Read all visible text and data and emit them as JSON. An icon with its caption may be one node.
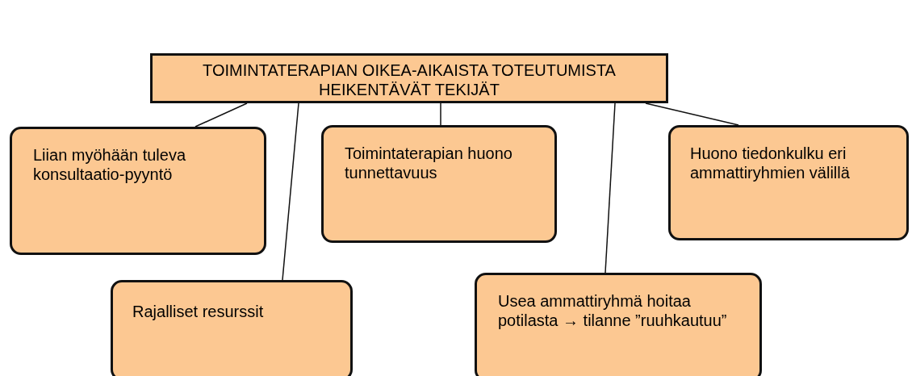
{
  "diagram": {
    "nodes": [
      {
        "text": [
          "TOIMINTATERAPIAN OIKEA-AIKAISTA TOTEUTUMISTA HEIKENTÄVÄT TEKIJÄT"
        ]
      },
      {
        "text": [
          "Liian myöhään tuleva konsultaatio-pyyntö"
        ]
      },
      {
        "text": [
          "Rajalliset resurssit"
        ]
      },
      {
        "text": [
          "Toimintaterapian huono tunnettavuus"
        ]
      },
      {
        "text": [
          "Usea ammattiryhmä hoitaa potilasta → tilanne ”ruuhkautuu”"
        ]
      },
      {
        "text": [
          "Huono tiedonkulku eri ammattiryhmien välillä"
        ]
      }
    ],
    "edges": [
      {
        "from": 0,
        "to": 1,
        "arrow": "none"
      },
      {
        "from": 0,
        "to": 2,
        "arrow": "none"
      },
      {
        "from": 0,
        "to": 3,
        "arrow": "none"
      },
      {
        "from": 0,
        "to": 4,
        "arrow": "none"
      },
      {
        "from": 0,
        "to": 5,
        "arrow": "none"
      }
    ]
  }
}
